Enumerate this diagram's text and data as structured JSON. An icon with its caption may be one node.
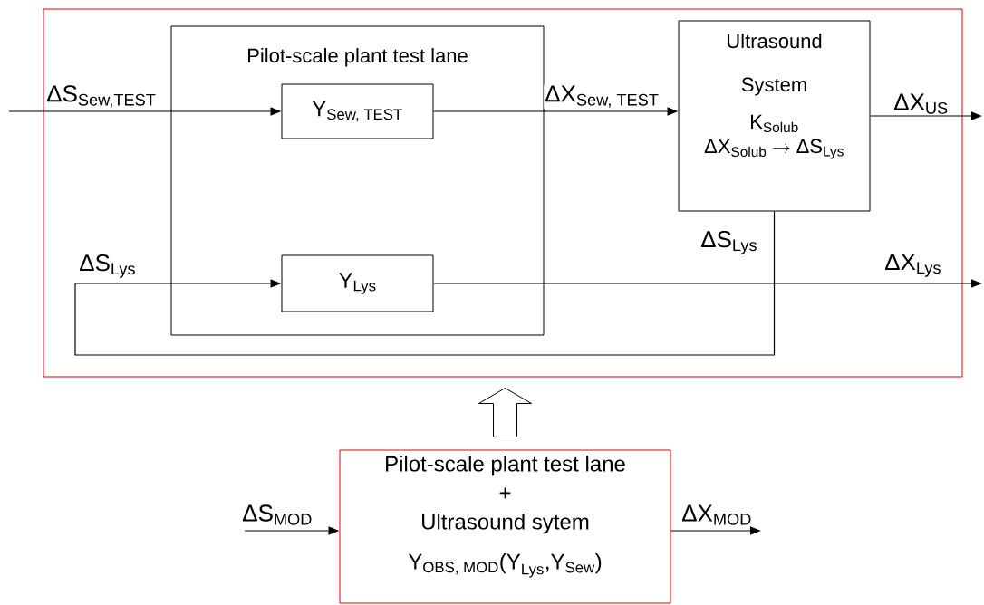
{
  "diagram": {
    "nodes": [
      {
        "text": [],
        "shape": "box"
      },
      {
        "text": [
          "Pilot-scale plant test lane"
        ],
        "in": 0
      },
      {
        "text": [
          "\\text{Y}_{\\text{Sew, TEST}}"
        ],
        "in": 1
      },
      {
        "text": [
          "\\text{Y}_{\\text{Lys}}"
        ],
        "in": 1
      },
      {
        "text": [
          "Ultrasound System",
          "\\text{K}_{\\text{Solub}}",
          "\\text{ΔX}_{\\text{Solub}} \\rightarrow \\text{ΔS}_{\\text{Lys}}"
        ],
        "in": 0
      },
      {
        "text": [
          "Pilot-scale plant test lane",
          "+",
          "Ultrasound sytem",
          "\\text{Y}_{\\text{OBS, MOD}}\\text{(Y}_{\\text{Lys}}\\text{,Y}_{\\text{Sew}}\\text{)}"
        ]
      }
    ],
    "edges": [
      {
        "from": null,
        "to": 2,
        "arrow": "to",
        "label": "\\text{ΔS}_{\\text{Sew,TEST}}"
      },
      {
        "from": 2,
        "to": 4,
        "arrow": "to",
        "label": "\\text{ΔX}_{\\text{Sew, TEST}}"
      },
      {
        "from": 4,
        "to": null,
        "arrow": "to",
        "label": "\\text{ΔX}_{\\text{US}}"
      },
      {
        "from": 4,
        "to": 3,
        "arrow": "to",
        "label": "\\text{ΔS}_{\\text{Lys}}"
      },
      {
        "from": 3,
        "to": null,
        "arrow": "to",
        "label": "\\text{ΔX}_{\\text{Lys}}"
      },
      {
        "from": 5,
        "to": 0,
        "arrow": "to",
        "style": "thick"
      },
      {
        "from": null,
        "to": 5,
        "arrow": "to",
        "label": "\\text{ΔS}_{\\text{MOD}}"
      },
      {
        "from": 5,
        "to": null,
        "arrow": "to",
        "label": "\\text{ΔX}_{\\text{MOD}}"
      }
    ],
    "labels": [
      "\\text{ΔS}_{\\text{Lys}}"
    ]
  }
}
